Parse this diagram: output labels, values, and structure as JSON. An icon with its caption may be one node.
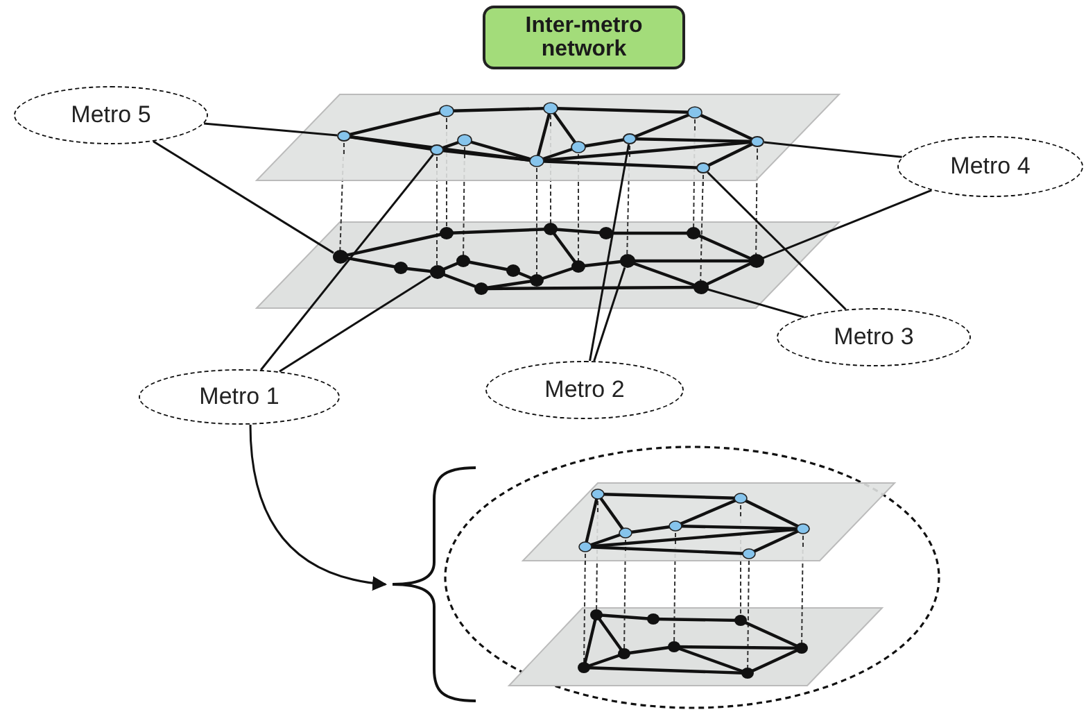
{
  "diagram": {
    "nodes": [
      {
        "text": [
          "Inter-metro network"
        ]
      },
      {
        "text": [
          "Metro 5"
        ]
      },
      {
        "text": [
          "Metro 4"
        ]
      },
      {
        "text": [
          "Metro 3"
        ]
      },
      {
        "text": [
          "Metro 2"
        ]
      },
      {
        "text": [
          "Metro 1"
        ]
      },
      {
        "text": [],
        "shape": "ellipse"
      },
      {
        "text": [],
        "shape": "circle"
      },
      {
        "text": [],
        "shape": "circle"
      },
      {
        "text": [],
        "shape": "circle"
      },
      {
        "text": [],
        "shape": "circle"
      },
      {
        "text": [],
        "shape": "circle"
      },
      {
        "text": [],
        "shape": "circle"
      },
      {
        "text": [],
        "shape": "circle"
      },
      {
        "text": [],
        "shape": "circle"
      },
      {
        "text": [],
        "shape": "circle"
      },
      {
        "text": [],
        "shape": "circle"
      }
    ],
    "edges": [
      {
        "from": 1,
        "to": 8,
        "arrow": "none"
      },
      {
        "from": 1,
        "to": 7,
        "arrow": "none"
      },
      {
        "from": 2,
        "to": 16,
        "arrow": "none"
      },
      {
        "from": 2,
        "to": 15,
        "arrow": "none"
      },
      {
        "from": 3,
        "to": 14,
        "arrow": "none"
      },
      {
        "from": 3,
        "to": 13,
        "arrow": "none"
      },
      {
        "from": 4,
        "to": 12,
        "arrow": "none"
      },
      {
        "from": 4,
        "to": 11,
        "arrow": "none"
      },
      {
        "from": 5,
        "to": 9,
        "arrow": "none"
      },
      {
        "from": 5,
        "to": 10,
        "arrow": "none"
      },
      {
        "from": 5,
        "to": 6,
        "arrow": "to"
      }
    ]
  }
}
